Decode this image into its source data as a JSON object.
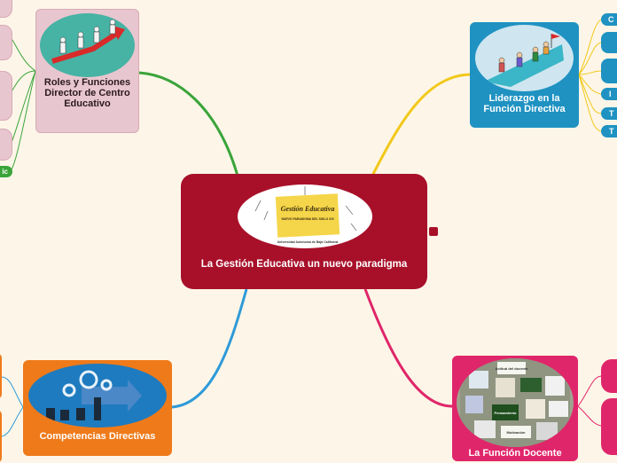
{
  "central": {
    "label": "La Gestión Educativa un nuevo paradigma",
    "note_title": "Gestión Educativa",
    "note_subtitle": "NUEVO PARADIGMA DEL SIGLO XXI",
    "note_footer": "Universidad Autónoma de Baja California"
  },
  "topics": {
    "roles": "Roles y Funciones Director de Centro Educativo",
    "liderazgo": "Liderazgo en la Función Directiva",
    "competencias": "Competencias Directivas",
    "docente": "La Función Docente"
  },
  "subtopic_initials": {
    "liderazgo": [
      "C",
      "",
      "",
      "I",
      "T",
      "T"
    ],
    "roles_green": "ic"
  },
  "collage_labels": [
    "Actitud del docente",
    "Pensamiento",
    "Motivación"
  ],
  "colors": {
    "central": "#a8102a",
    "roles": "#e8c6cf",
    "liderazgo": "#1f92c2",
    "competencias": "#ef7a1a",
    "docente": "#e0266a",
    "link_roles": "#3aa43a",
    "link_liderazgo": "#f2c81a",
    "link_competencias": "#2f9ad8",
    "link_docente": "#e0266a"
  },
  "icons": [
    "note-icon",
    "paperclip-icon",
    "gears-icon",
    "arrow-icon",
    "climbing-people-icon",
    "teamwork-icon"
  ]
}
